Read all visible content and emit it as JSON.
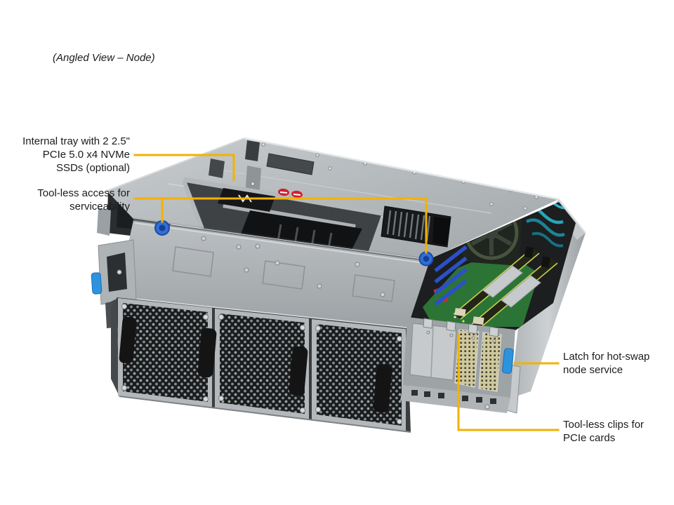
{
  "title": "(Angled View – Node)",
  "callouts": [
    {
      "id": "internal-tray",
      "text": "Internal tray with 2 2.5\"\nPCIe 5.0 x4 NVMe\nSSDs (optional)",
      "align": "right"
    },
    {
      "id": "tool-less-access",
      "text": "Tool-less access for\nserviceability",
      "align": "right"
    },
    {
      "id": "node-latch",
      "text": "Latch for hot-swap\nnode service",
      "align": "left"
    },
    {
      "id": "pcie-clips",
      "text": "Tool-less clips for\nPCIe cards",
      "align": "left"
    }
  ],
  "figure": {
    "description": "Angled 3D view of a 2U server node chassis with three front fan modules, internal SSD tray openings, motherboard compartment with PCIe riser cards, and rear PCIe slot brackets",
    "colors": {
      "callout_line": "#F2B200",
      "latch_blue": "#2E93DD",
      "thumbscrew_blue": "#2F6FD6",
      "pcb_green": "#2C7436",
      "dimm_blue": "#2B50C8",
      "cable_teal": "#27A6B6",
      "chassis_metal": "#B7BBBE",
      "sticker_red": "#D2202C"
    }
  }
}
